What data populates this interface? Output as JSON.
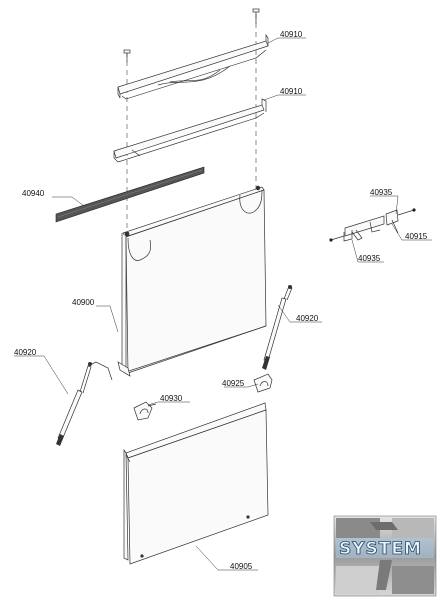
{
  "diagram": {
    "parts": [
      {
        "key": "top_profile_1",
        "number": "40910"
      },
      {
        "key": "top_profile_2",
        "number": "40910"
      },
      {
        "key": "gasket",
        "number": "40940"
      },
      {
        "key": "hinge_top",
        "number": "40935"
      },
      {
        "key": "hinge_mid",
        "number": "40915"
      },
      {
        "key": "hinge_bottom",
        "number": "40935"
      },
      {
        "key": "door_panel",
        "number": "40900"
      },
      {
        "key": "gas_spring_right",
        "number": "40920"
      },
      {
        "key": "gas_spring_left",
        "number": "40920"
      },
      {
        "key": "bracket_right",
        "number": "40925"
      },
      {
        "key": "bracket_left",
        "number": "40930"
      },
      {
        "key": "bottom_panel",
        "number": "40905"
      }
    ]
  },
  "logo": {
    "text": "SYSTEM"
  }
}
